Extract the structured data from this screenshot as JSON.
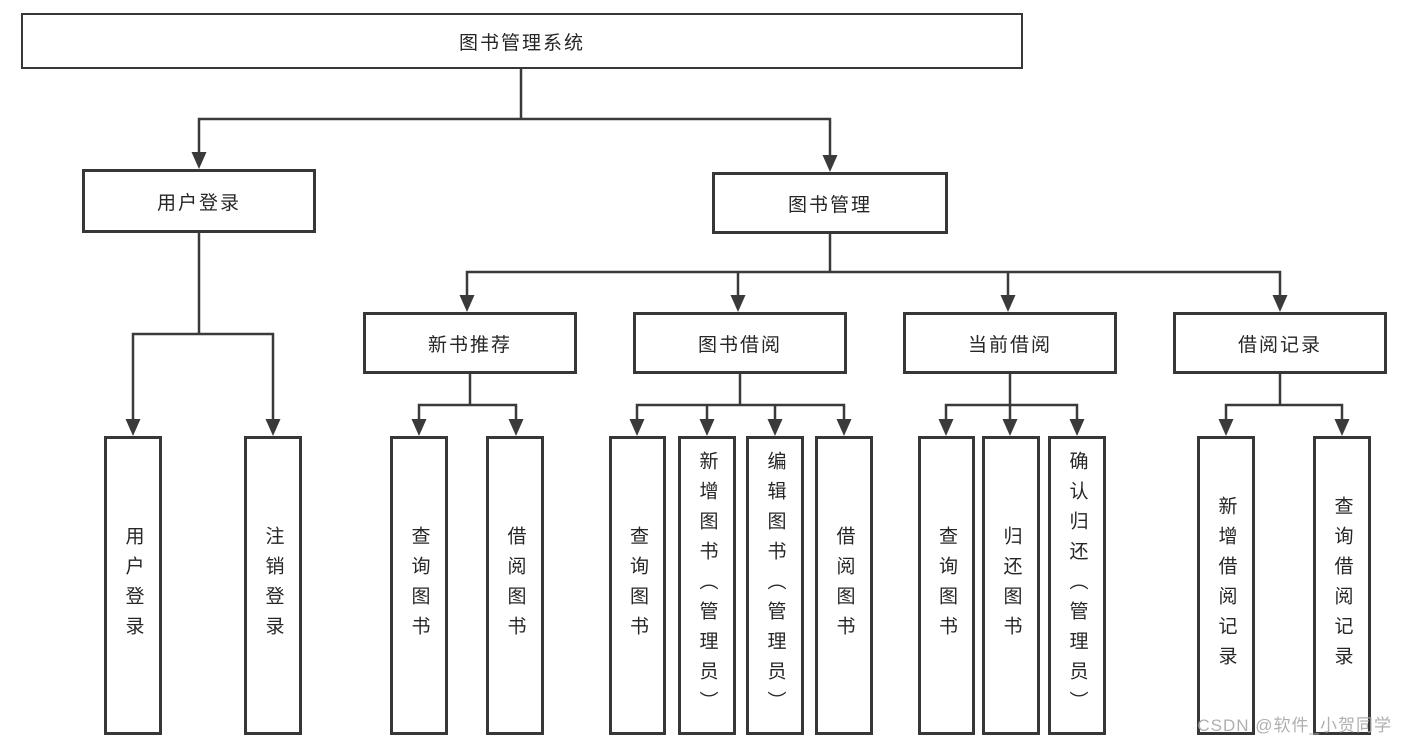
{
  "diagram": {
    "type": "tree",
    "root": {
      "label": "图书管理系统",
      "children": [
        {
          "label": "用户登录",
          "children": [
            {
              "label": "用户登录"
            },
            {
              "label": "注销登录"
            }
          ]
        },
        {
          "label": "图书管理",
          "children": [
            {
              "label": "新书推荐",
              "children": [
                {
                  "label": "查询图书"
                },
                {
                  "label": "借阅图书"
                }
              ]
            },
            {
              "label": "图书借阅",
              "children": [
                {
                  "label": "查询图书"
                },
                {
                  "label": "新增图书（管理员）"
                },
                {
                  "label": "编辑图书（管理员）"
                },
                {
                  "label": "借阅图书"
                }
              ]
            },
            {
              "label": "当前借阅",
              "children": [
                {
                  "label": "查询图书"
                },
                {
                  "label": "归还图书"
                },
                {
                  "label": "确认归还（管理员）"
                }
              ]
            },
            {
              "label": "借阅记录",
              "children": [
                {
                  "label": "新增借阅记录"
                },
                {
                  "label": "查询借阅记录"
                }
              ]
            }
          ]
        }
      ]
    }
  },
  "watermark": {
    "text": "CSDN @软件_小贺同学"
  },
  "colors": {
    "line": "#3a3a3a",
    "box_border": "#373737",
    "text": "#262626",
    "background": "#ffffff",
    "watermark": "#a9a9a9"
  }
}
